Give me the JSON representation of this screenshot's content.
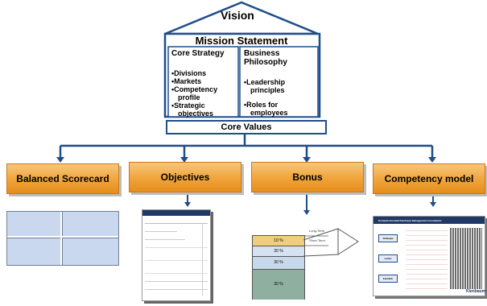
{
  "vision": {
    "label": "Vision"
  },
  "mission": {
    "label": "Mission Statement"
  },
  "core_strategy": {
    "title": "Core Strategy",
    "items": [
      "Divisions",
      "Markets",
      "Competency profile",
      "Strategic objectives"
    ]
  },
  "business_philosophy": {
    "title": "Business Philosophy",
    "items": [
      "Leadership principles",
      "Roles for employees"
    ]
  },
  "core_values": {
    "label": "Core Values"
  },
  "pillars": [
    {
      "label": "Balanced Scorecard"
    },
    {
      "label": "Objectives"
    },
    {
      "label": "Bonus"
    },
    {
      "label": "Competency model"
    }
  ],
  "bonus_chart": {
    "segments": [
      "10 %",
      "30 %",
      "30 %",
      "30 %"
    ],
    "long_term": "Long-Term",
    "short_term": "Short-Term"
  },
  "competency_thumb": {
    "title": "Kompetenzmodell Kienbaum Management Consultants",
    "rows": [
      "Strategie",
      "Leiten",
      "Fachlich"
    ],
    "logo": "Kienbaum"
  },
  "colors": {
    "accent_blue": "#1f4e8a",
    "orange": "#f0a33a",
    "table_blue": "#c9d8ee"
  }
}
